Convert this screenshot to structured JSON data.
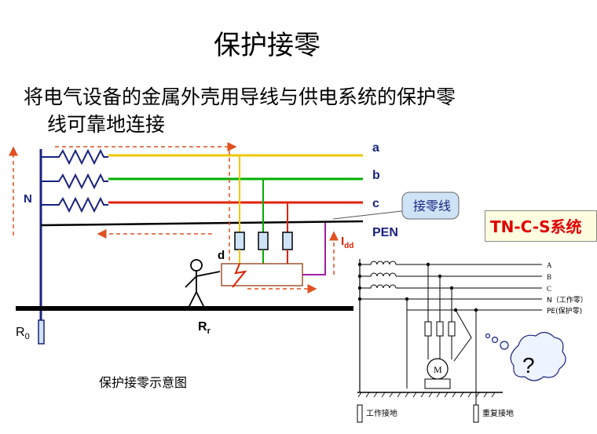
{
  "title": "保护接零",
  "bullet": {
    "line1": "将电气设备的金属外壳用导线与供电系统的保护零",
    "line2": "线可靠地连接"
  },
  "left_diagram": {
    "phase_labels": [
      "a",
      "b",
      "c"
    ],
    "pen_label": "PEN",
    "n_label": "N",
    "d_label": "d",
    "idd_label": "I",
    "idd_sub": "dd",
    "rr_label": "R",
    "rr_sub": "r",
    "r0_label": "R",
    "r0_sub": "0",
    "callout": "接零线",
    "caption": "保护接零示意图"
  },
  "system_box": "TN-C-S系统",
  "right_diagram": {
    "line_labels": [
      "A",
      "B",
      "C",
      "N（工作零）",
      "PE(保护零)"
    ],
    "motor_label": "M",
    "ground1": "工作接地",
    "ground2": "重复接地",
    "thought": "?"
  },
  "colors": {
    "phase_a": "#f0c800",
    "phase_b": "#00b000",
    "phase_c": "#e02000",
    "label_blue": "#1a237e",
    "arrow_red": "#e05020",
    "pe_purple": "#a020a0",
    "callout_fill": "#cfe3f7"
  }
}
